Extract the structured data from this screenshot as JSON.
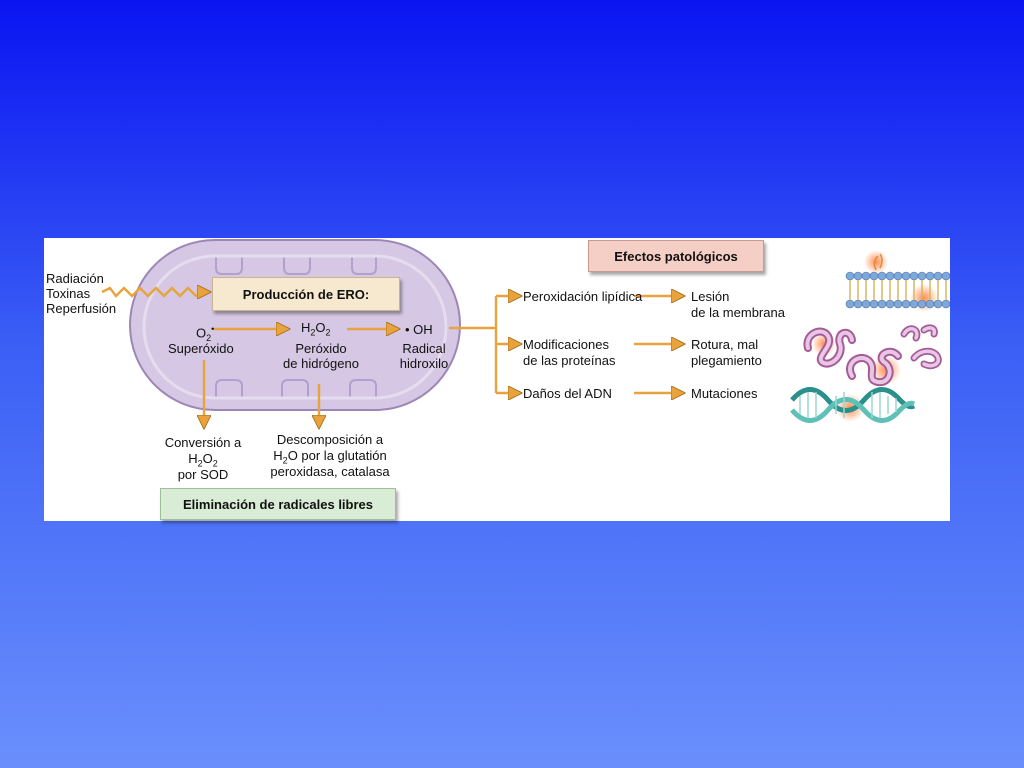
{
  "colors": {
    "background_top": "#0a14f2",
    "background_bottom": "#6a8ffc",
    "mitochondrion": "#d6c8e4",
    "arrow": "#e8a33c",
    "production_box": "#f6e9cf",
    "elimination_box": "#d9ecd6",
    "effects_box": "#f5cfc6"
  },
  "boxes": {
    "production": "Producción de ERO:",
    "elimination": "Eliminación de radicales libres",
    "effects": "Efectos patológicos"
  },
  "causes": [
    "Radiación",
    "Toxinas",
    "Reperfusión"
  ],
  "species": {
    "superoxide": {
      "formula": "O",
      "sub": "2",
      "sup": "•",
      "name": "Superóxido"
    },
    "peroxide": {
      "formula_parts": [
        "H",
        "2",
        "O",
        "2"
      ],
      "name_line1": "Peróxido",
      "name_line2": "de hidrógeno"
    },
    "hydroxyl": {
      "formula": "• OH",
      "name_line1": "Radical",
      "name_line2": "hidroxilo"
    }
  },
  "elimination": {
    "sod": {
      "line1": "Conversión a",
      "h": "H",
      "h_sub": "2",
      "o": "O",
      "o_sub": "2",
      "line3": "por SOD"
    },
    "glutathione": {
      "line1": "Descomposición a",
      "line2_h": "H",
      "line2_sub": "2",
      "line2_rest": "O por la glutatión",
      "line3": "peroxidasa, catalasa"
    }
  },
  "effects": [
    {
      "cause_line1": "Peroxidación lipídica",
      "cause_line2": "",
      "result_line1": "Lesión",
      "result_line2": "de la membrana",
      "icon": "lipid-membrane-icon"
    },
    {
      "cause_line1": "Modificaciones",
      "cause_line2": "de las proteínas",
      "result_line1": "Rotura, mal",
      "result_line2": "plegamiento",
      "icon": "misfolded-protein-icon"
    },
    {
      "cause_line1": "Daños del ADN",
      "cause_line2": "",
      "result_line1": "Mutaciones",
      "result_line2": "",
      "icon": "dna-helix-icon"
    }
  ]
}
